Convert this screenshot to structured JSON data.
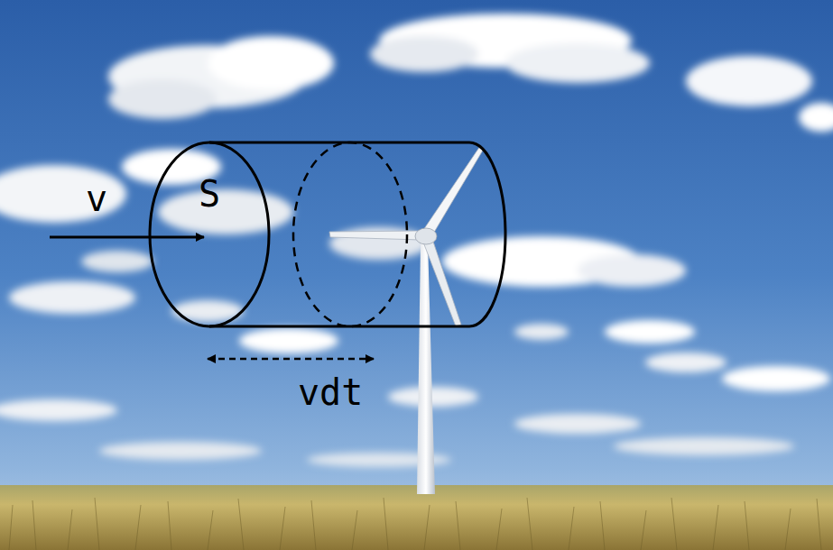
{
  "diagram": {
    "nodes": [
      {
        "text": [
          "S"
        ]
      }
    ],
    "labels": [
      "v",
      "vdt"
    ]
  }
}
